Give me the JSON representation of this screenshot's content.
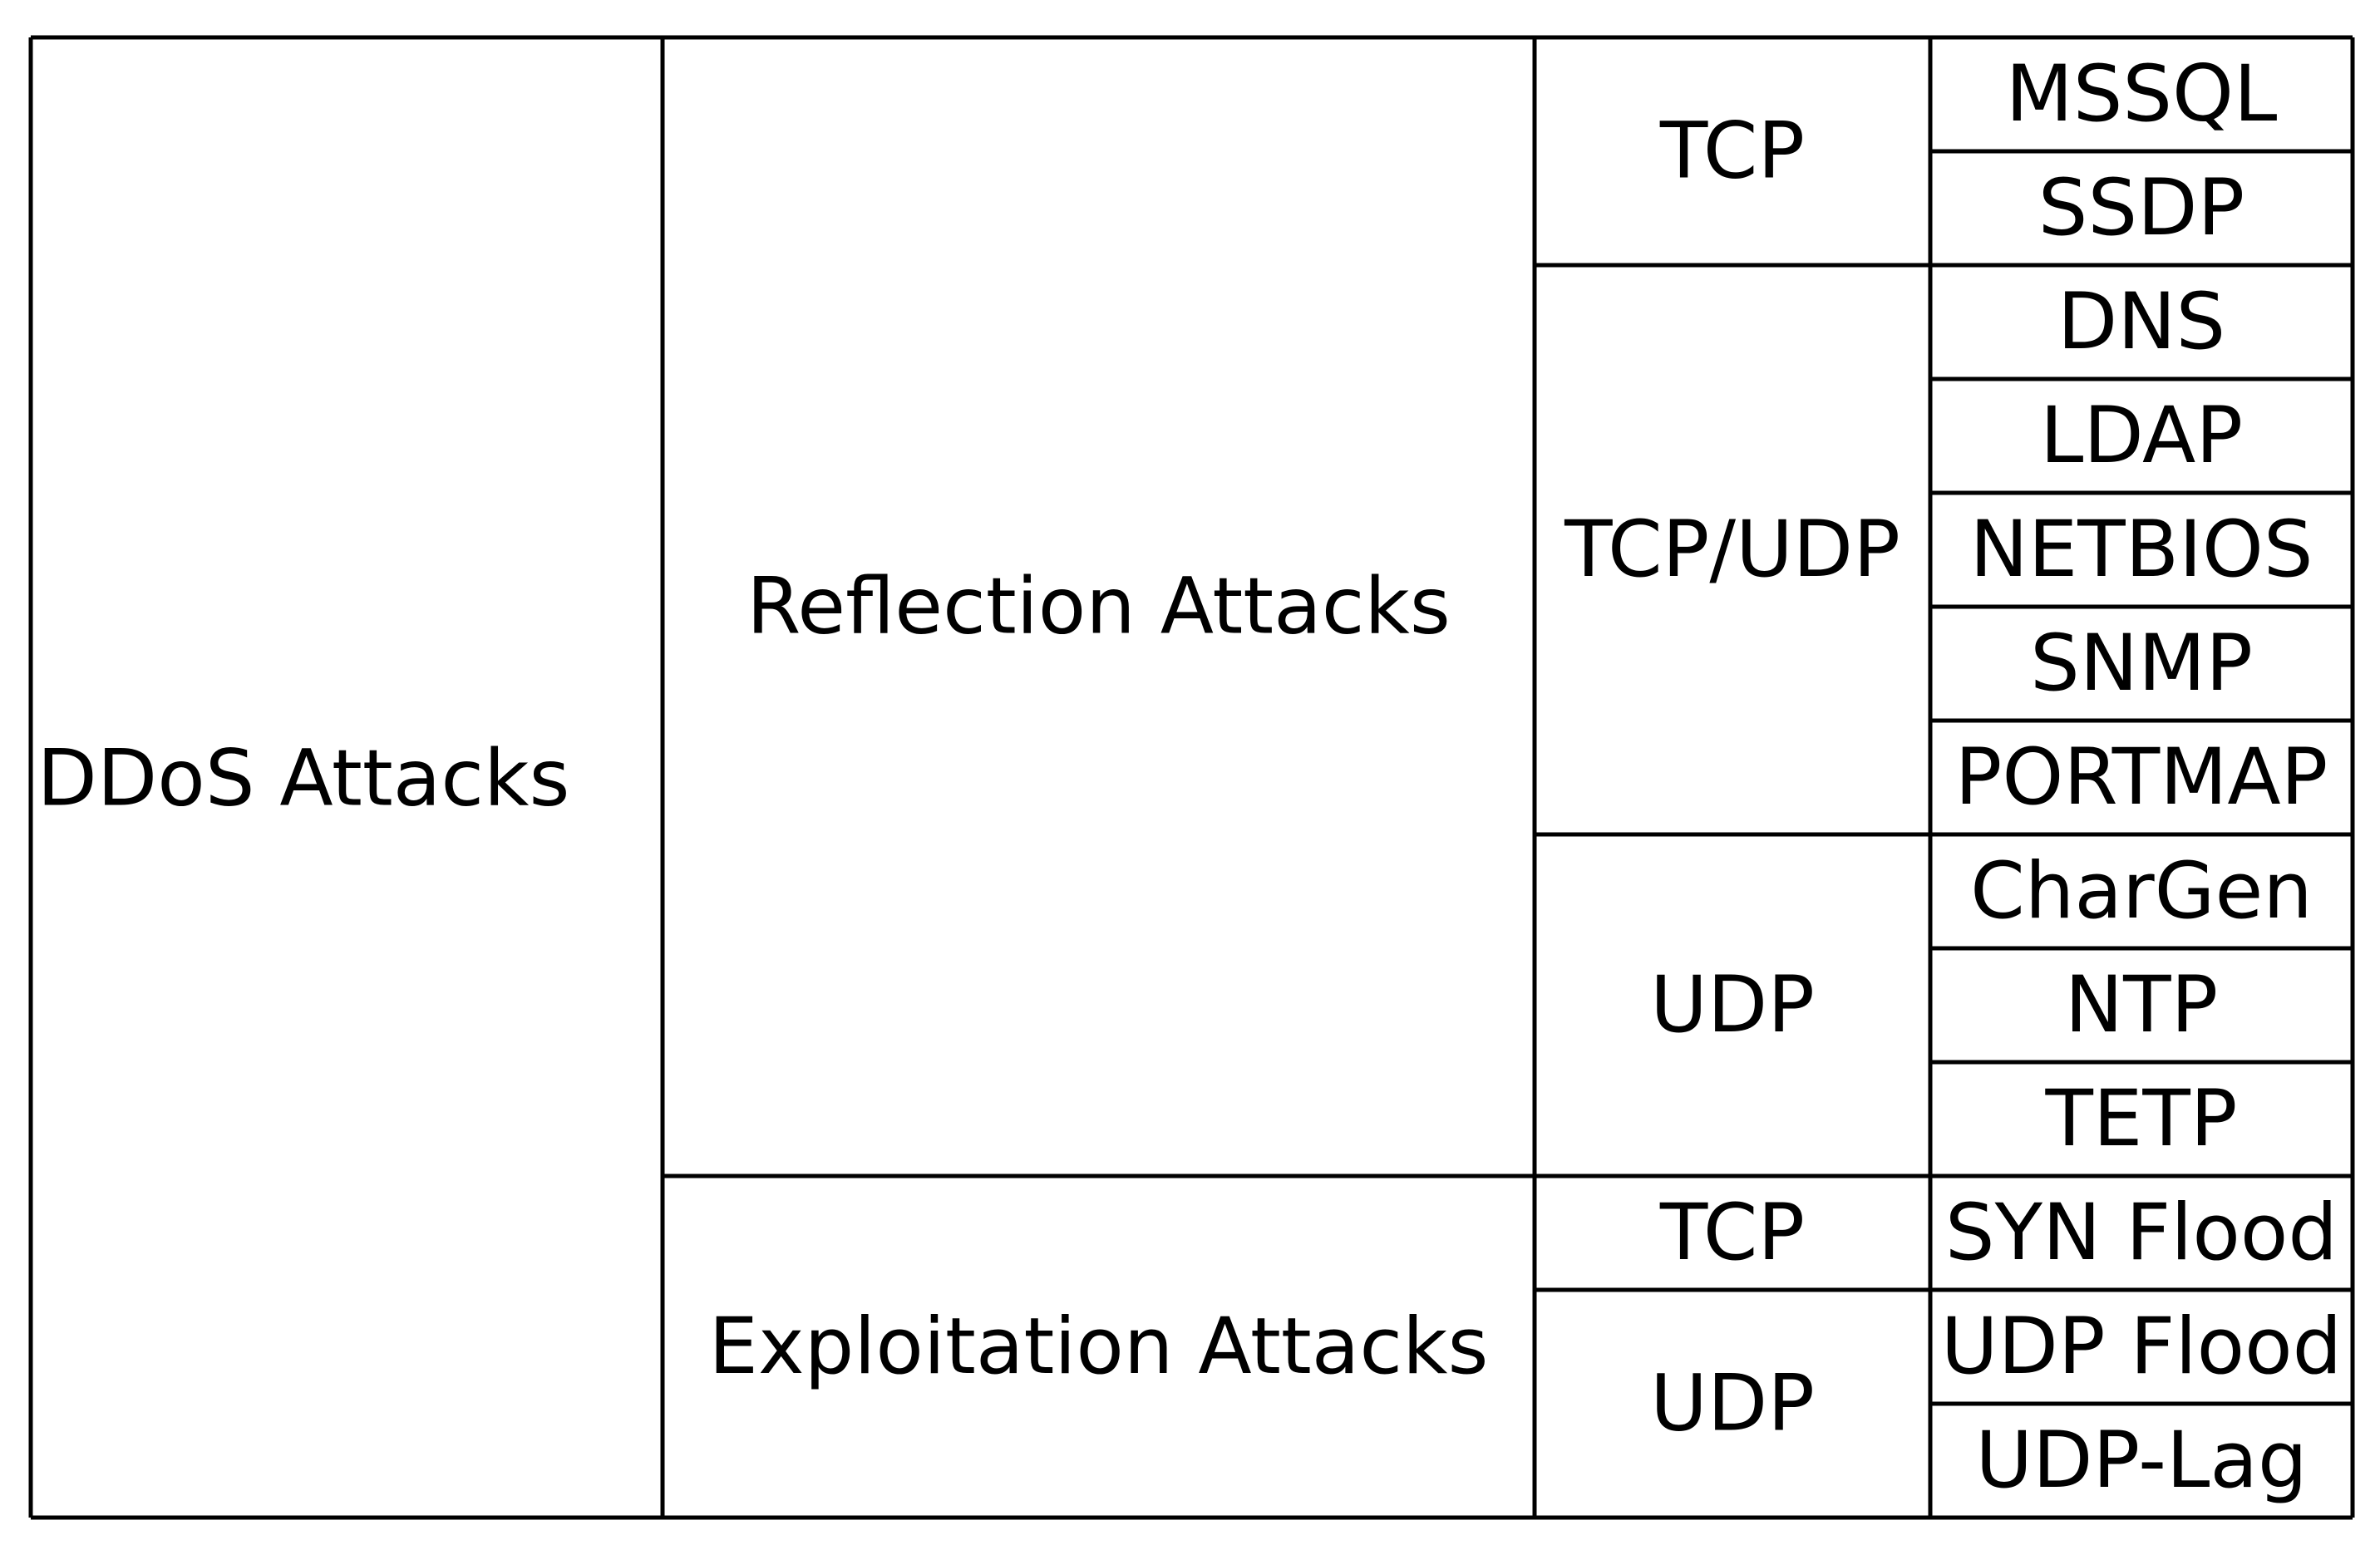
{
  "diagram": {
    "root": "DDoS Attacks",
    "categories": [
      {
        "label": "Reflection Attacks",
        "protocols": [
          {
            "label": "TCP",
            "attacks": [
              "MSSQL",
              "SSDP"
            ]
          },
          {
            "label": "TCP/UDP",
            "attacks": [
              "DNS",
              "LDAP",
              "NETBIOS",
              "SNMP",
              "PORTMAP"
            ]
          },
          {
            "label": "UDP",
            "attacks": [
              "CharGen",
              "NTP",
              "TETP"
            ]
          }
        ]
      },
      {
        "label": "Exploitation Attacks",
        "protocols": [
          {
            "label": "TCP",
            "attacks": [
              "SYN Flood"
            ]
          },
          {
            "label": "UDP",
            "attacks": [
              "UDP Flood",
              "UDP-Lag"
            ]
          }
        ]
      }
    ]
  }
}
